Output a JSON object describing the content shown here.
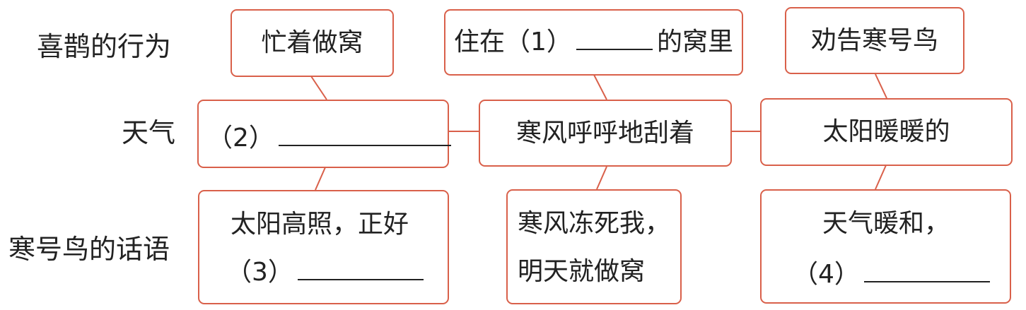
{
  "rows": {
    "behavior": "喜鹊的行为",
    "weather": "天气",
    "speech": "寒号鸟的话语"
  },
  "behavior": {
    "b1": "忙着做窝",
    "b2_prefix": "住在（1）",
    "b2_suffix": "的窝里",
    "b3": "劝告寒号鸟"
  },
  "weather": {
    "w1_prefix": "（2）",
    "w2": "寒风呼呼地刮着",
    "w3": "太阳暖暖的"
  },
  "speech": {
    "s1_line1": "太阳高照，正好",
    "s1_line2": "（3）",
    "s2_line1": "寒风冻死我，",
    "s2_line2": "明天就做窝",
    "s3_line1": "天气暖和，",
    "s3_line2": "（4）"
  },
  "colors": {
    "border": "#d9604a",
    "text": "#222222"
  }
}
